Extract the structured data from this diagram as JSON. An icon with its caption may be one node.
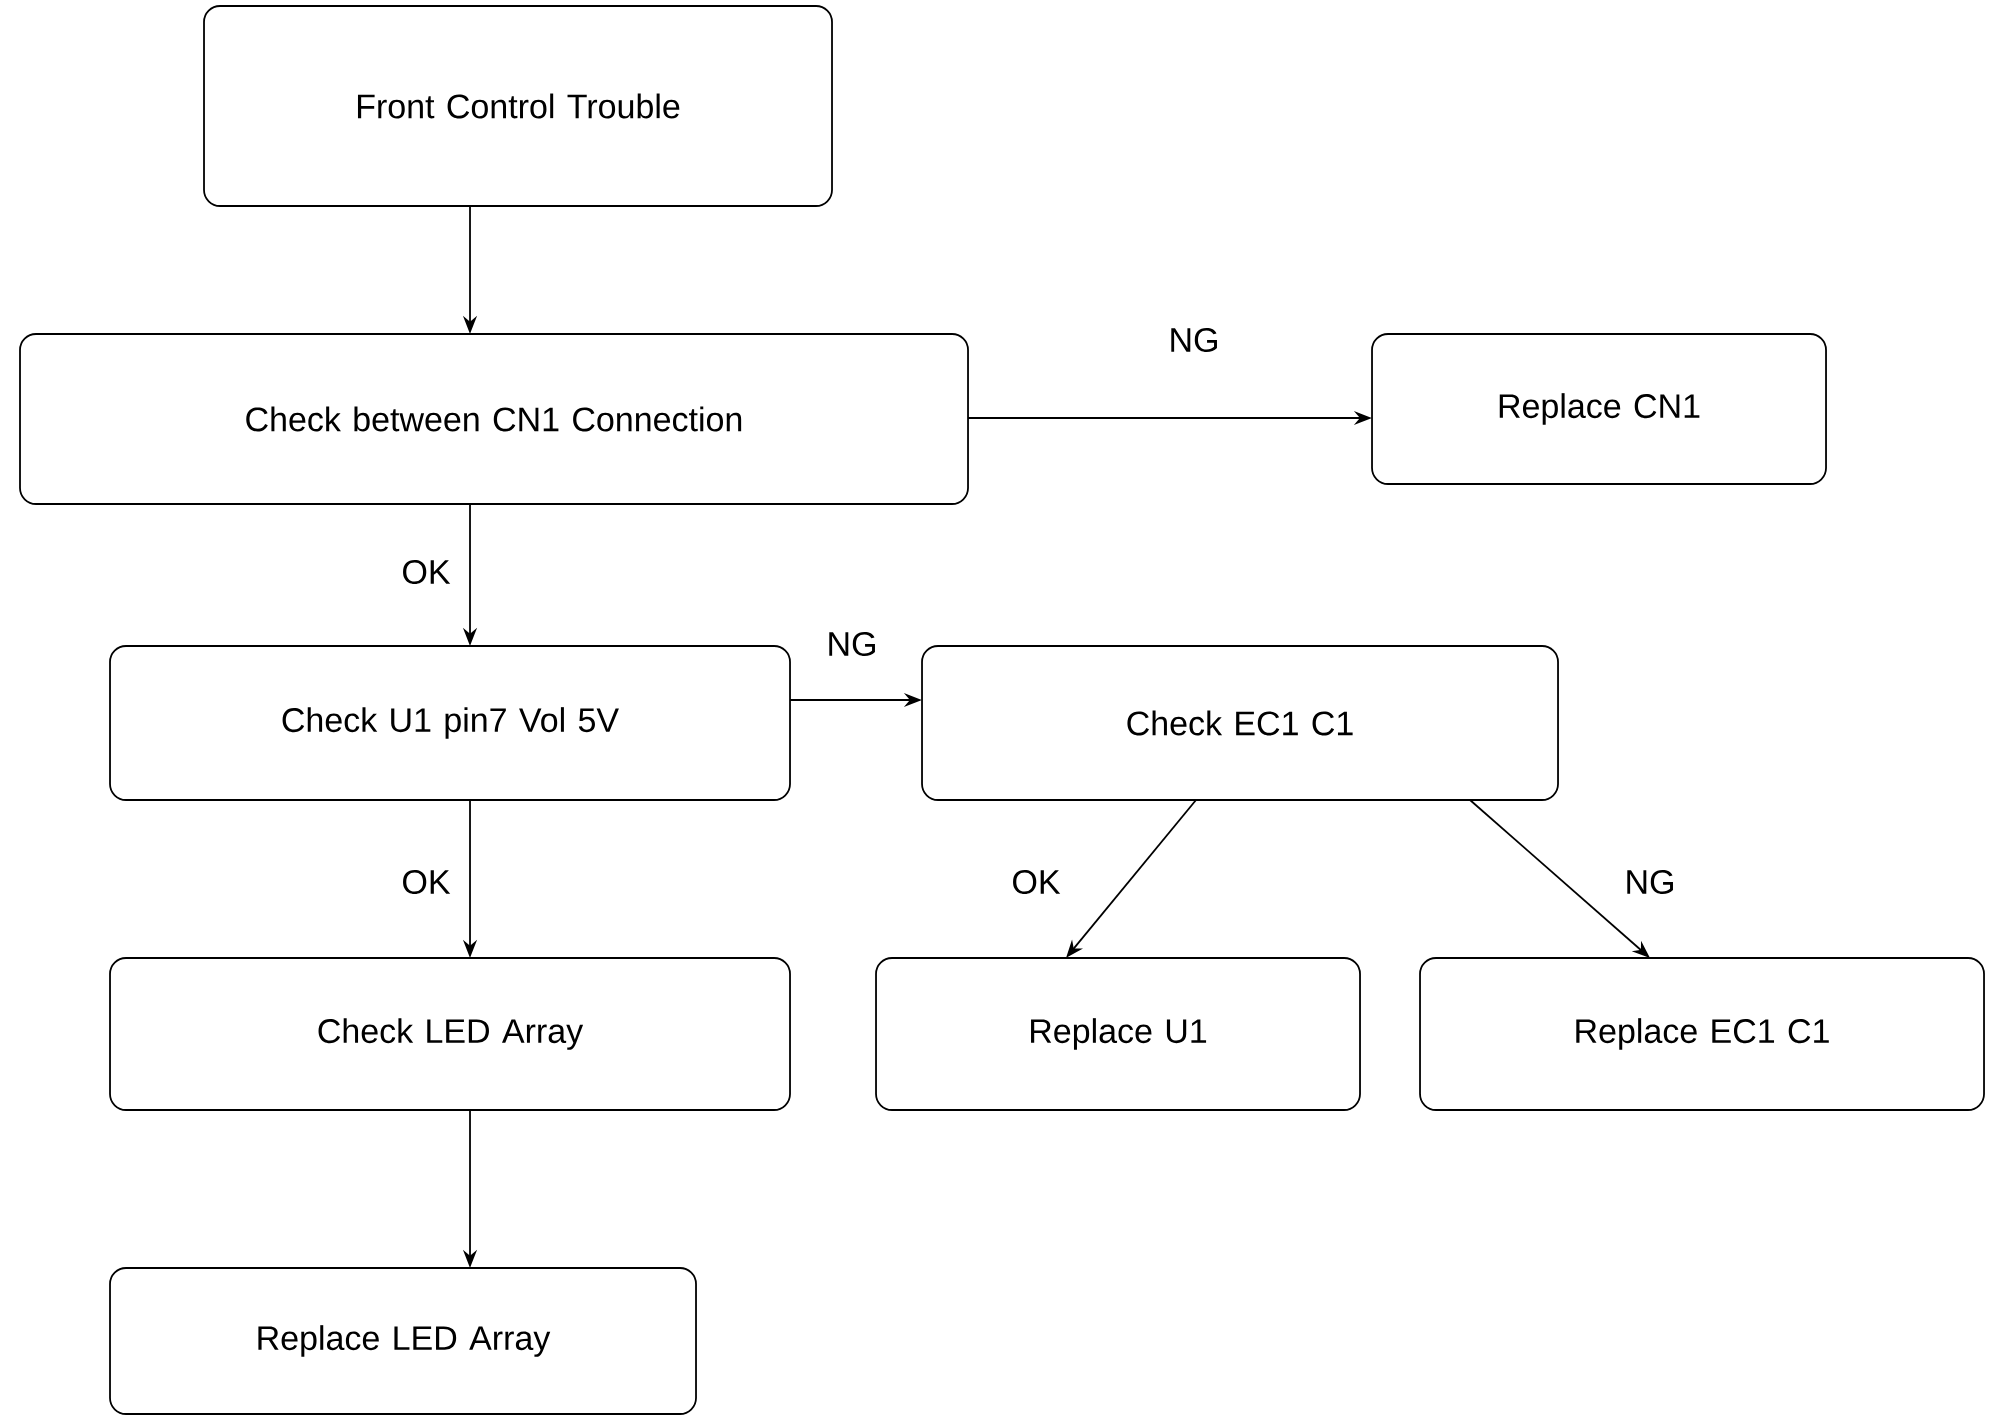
{
  "diagram": {
    "nodes": [
      {
        "text": [
          "Front Control Trouble"
        ]
      },
      {
        "text": [
          "Check between CN1 Connection"
        ]
      },
      {
        "text": [
          "Replace CN1"
        ]
      },
      {
        "text": [
          "Check U1 pin7 Vol 5V"
        ]
      },
      {
        "text": [
          "Check EC1 C1"
        ]
      },
      {
        "text": [
          "Check LED Array"
        ]
      },
      {
        "text": [
          "Replace U1"
        ]
      },
      {
        "text": [
          "Replace EC1 C1"
        ]
      },
      {
        "text": [
          "Replace LED Array"
        ]
      }
    ],
    "edges": [
      {
        "from": 0,
        "to": 1,
        "arrow": "to"
      },
      {
        "from": 1,
        "to": 2,
        "arrow": "to",
        "label": "NG"
      },
      {
        "from": 1,
        "to": 3,
        "arrow": "to",
        "label": "OK"
      },
      {
        "from": 3,
        "to": 4,
        "arrow": "to",
        "label": "NG"
      },
      {
        "from": 3,
        "to": 5,
        "arrow": "to",
        "label": "OK"
      },
      {
        "from": 4,
        "to": 6,
        "arrow": "to",
        "label": "OK"
      },
      {
        "from": 4,
        "to": 7,
        "arrow": "to",
        "label": "NG"
      },
      {
        "from": 5,
        "to": 8,
        "arrow": "to"
      }
    ]
  }
}
